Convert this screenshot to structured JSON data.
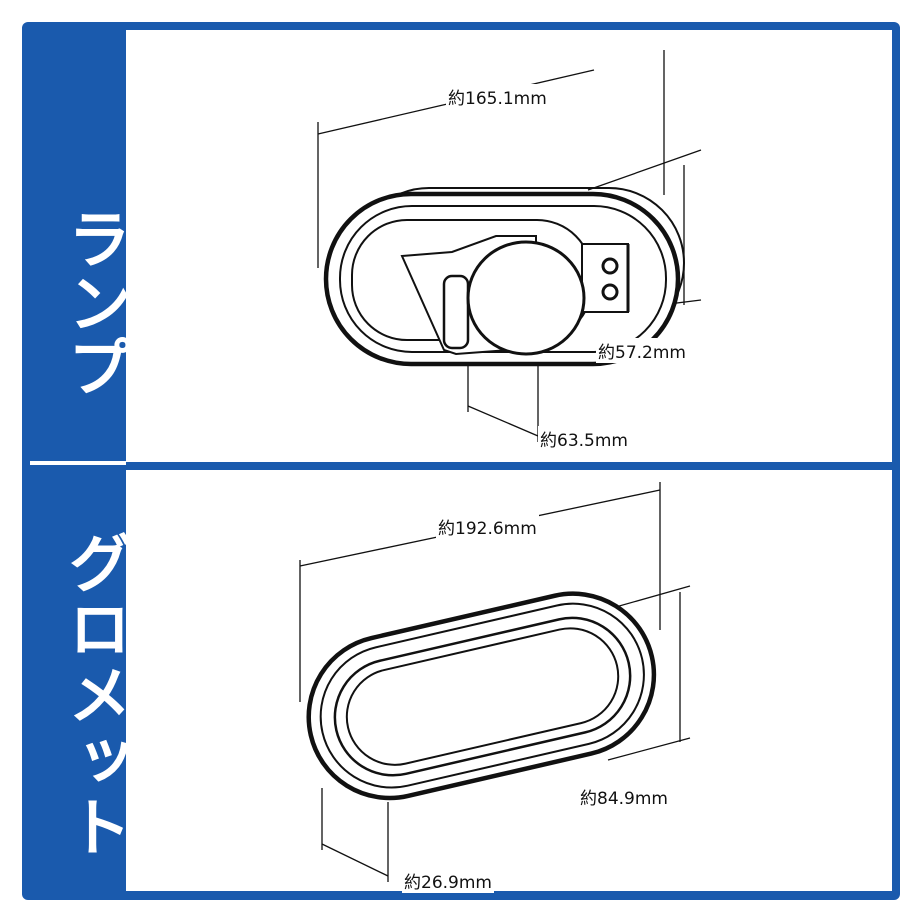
{
  "sections": {
    "lamp": {
      "label": "ランプ",
      "dims": {
        "length": "約165.1mm",
        "height": "約57.2mm",
        "depth": "約63.5mm"
      }
    },
    "grommet": {
      "label": "グロメット",
      "dims": {
        "length": "約192.6mm",
        "height": "約84.9mm",
        "depth": "約26.9mm"
      }
    }
  },
  "colors": {
    "frame": "#1a5aad",
    "panel": "#ffffff",
    "line": "#111111"
  }
}
